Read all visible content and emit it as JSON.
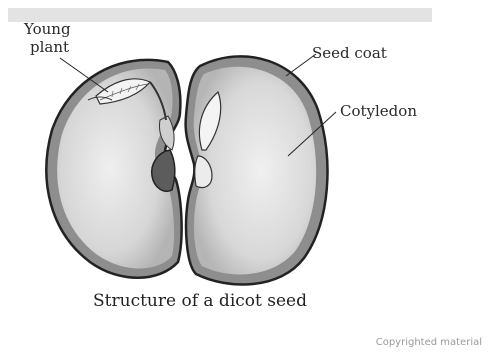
{
  "labels": {
    "young_line1": "Young",
    "young_line2": "plant",
    "seed_coat": "Seed coat",
    "cotyledon": "Cotyledon"
  },
  "caption": "Structure of a dicot seed",
  "watermark": "Copyrighted material",
  "colors": {
    "seed_fill": "#dcdcdc",
    "seed_outline": "#2b2b2b",
    "coat_band": "#9a9a9a",
    "leaf_fill": "#f2f2f2"
  }
}
